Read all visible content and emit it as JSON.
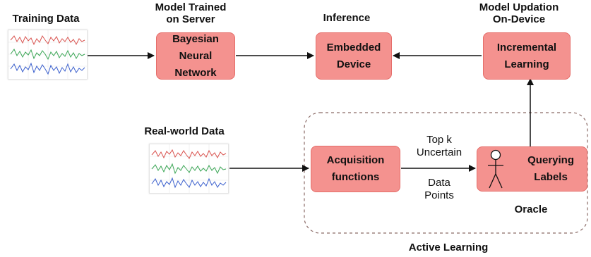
{
  "labels": {
    "training_data": "Training Data",
    "model_trained": "Model Trained\non Server",
    "inference": "Inference",
    "model_updation": "Model Updation\nOn-Device",
    "real_world_data": "Real-world Data",
    "top_k": "Top k\nUncertain",
    "data_points": "Data\nPoints",
    "oracle": "Oracle",
    "active_learning": "Active Learning"
  },
  "boxes": {
    "bnn": "Bayesian\nNeural\nNetwork",
    "embedded": "Embedded\nDevice",
    "incremental": "Incremental\nLearning",
    "acquisition": "Acquisition\nfunctions",
    "querying": "Querying\nLabels"
  },
  "colors": {
    "box_fill": "#f4928f",
    "box_border": "#e56e6a",
    "active_learning_border": "#8a6a66",
    "series_red": "#d9534f",
    "series_green": "#3aa655",
    "series_blue": "#3a5fcd"
  },
  "icons": {
    "oracle": "stick-figure-icon",
    "training_plot": "line-chart-thumbnail",
    "realworld_plot": "line-chart-thumbnail"
  }
}
